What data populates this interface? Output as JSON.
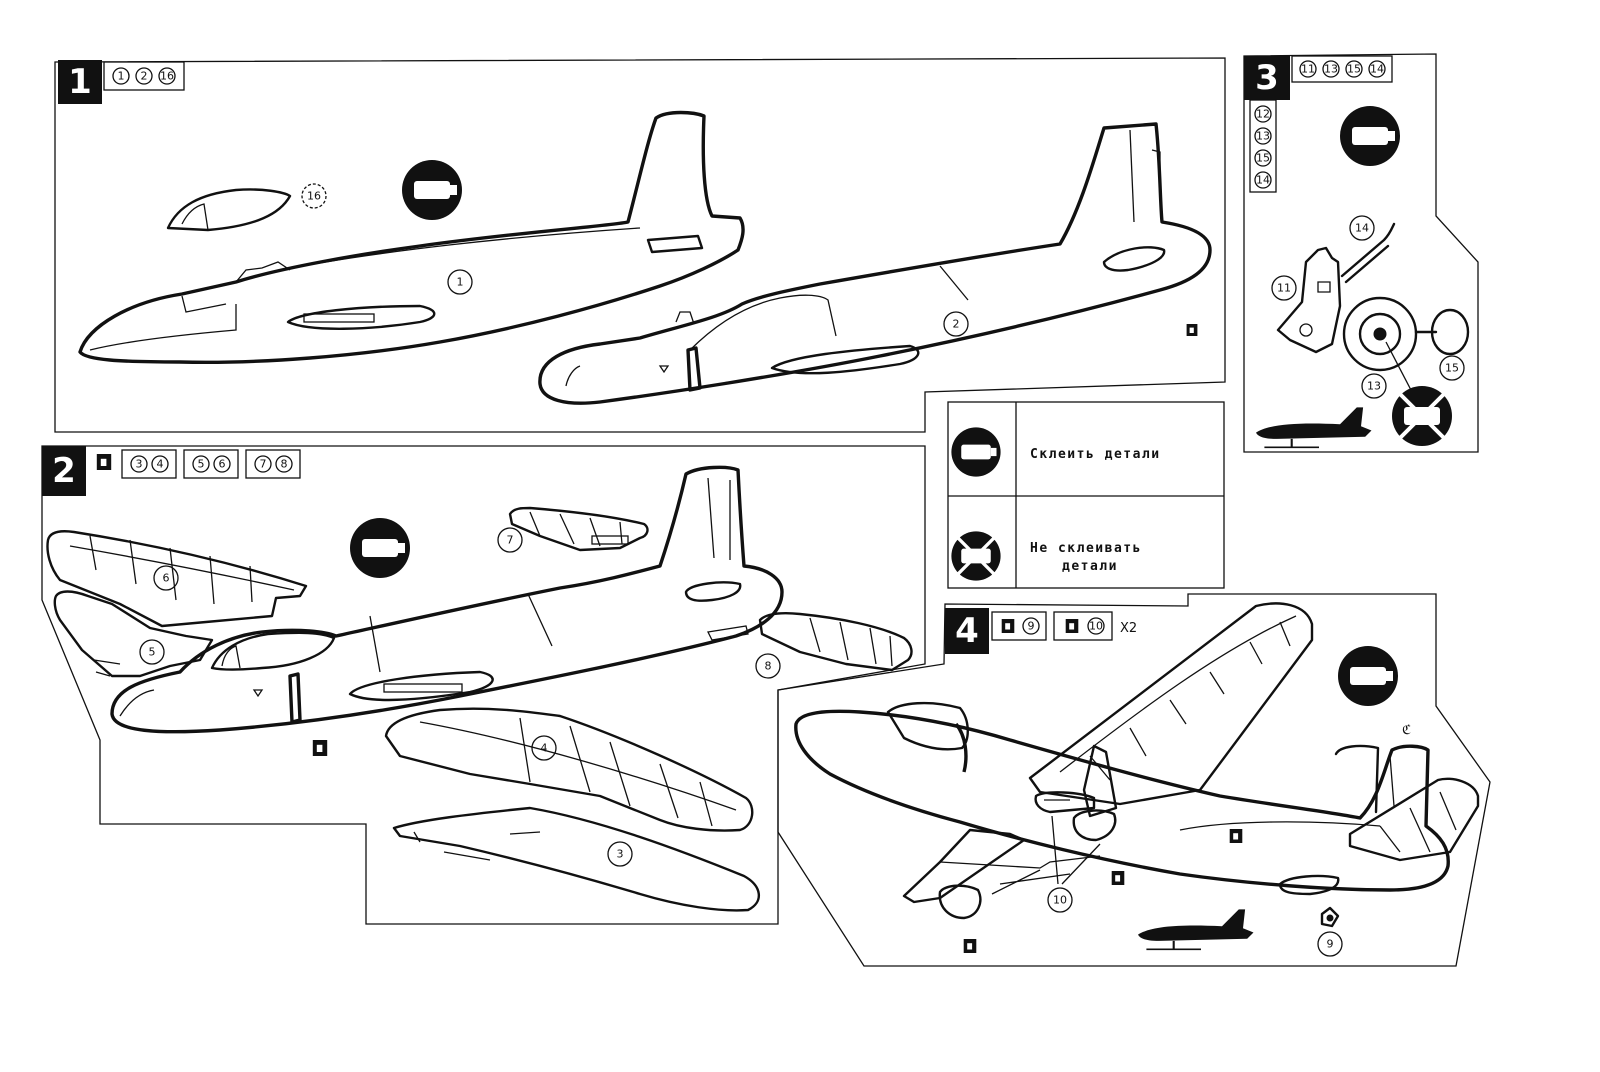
{
  "steps": [
    {
      "number": "1",
      "parts": [
        "1",
        "2",
        "16"
      ]
    },
    {
      "number": "2",
      "parts": [
        "3",
        "4",
        "5",
        "6",
        "7",
        "8"
      ]
    },
    {
      "number": "3",
      "parts": [
        "11",
        "13",
        "15",
        "14"
      ],
      "side_parts": [
        "12",
        "13",
        "15",
        "14"
      ]
    },
    {
      "number": "4",
      "parts": [
        "9",
        "10"
      ],
      "multiplier": "X2"
    }
  ],
  "legend": {
    "glue_line1": "Склеить детали",
    "noglue_line1": "Не склеивать",
    "noglue_line2": "детали"
  },
  "callouts": {
    "canopy": "16",
    "fuselage_left": "1",
    "fuselage_right": "2",
    "wing_upper_left": "6",
    "wing_lower_left": "5",
    "stabilizer_top": "7",
    "stabilizer_right": "8",
    "wing_upper_right": "4",
    "wing_lower_right": "3",
    "gear_strut": "14",
    "gear_leg": "11",
    "wheel": "13",
    "wheel_hub": "15",
    "tailwheel": "9",
    "gear_doors": "10"
  },
  "icons": [
    "glue-icon",
    "no-glue-icon",
    "paint-marker-icon",
    "aircraft-silhouette-icon"
  ]
}
